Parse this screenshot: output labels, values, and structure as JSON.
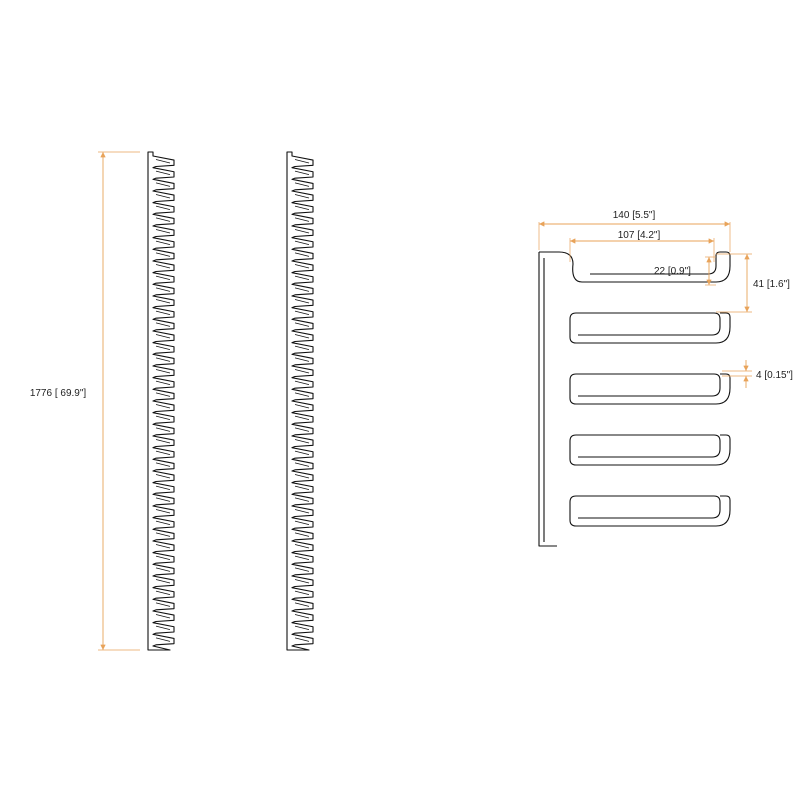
{
  "drawing": {
    "line_color": "#111111",
    "dimension_color": "#e8a35a",
    "background": "#ffffff",
    "height_label": "1776 [ 69.9\"]",
    "width_total_label": "140 [5.5\"]",
    "width_inner_label": "107 [4.2\"]",
    "hook_depth_label": "22 [0.9\"]",
    "hook_pitch_label": "41 [1.6\"]",
    "thickness_label": "4 [0.15\"]",
    "hooks_in_detail": 5
  }
}
